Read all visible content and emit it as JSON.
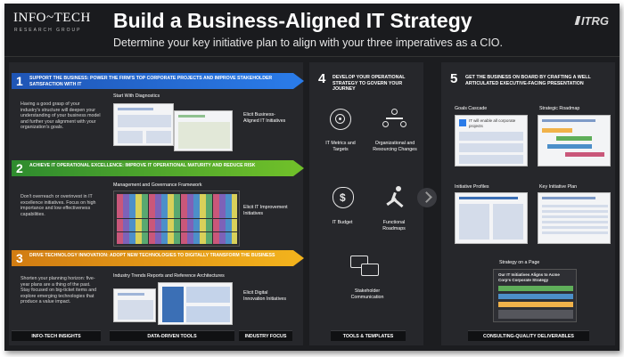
{
  "header": {
    "logo": "INFO~TECH",
    "logo_sub": "RESEARCH GROUP",
    "title": "Build a Business-Aligned IT Strategy",
    "subtitle": "Determine your key initiative plan to align with your three imperatives as a CIO.",
    "brand": "ITRG"
  },
  "imperatives": [
    {
      "number": "1",
      "heading": "SUPPORT THE BUSINESS: POWER THE FIRM'S TOP CORPORATE PROJECTS AND IMPROVE STAKEHOLDER SATISFACTION WITH IT",
      "description": "Having a good grasp of your industry's structure will deepen your understanding of your business model and further your alignment with your organization's goals.",
      "tool_title": "Start With Diagnostics",
      "outcome": "Elicit Business-Aligned IT Initiatives"
    },
    {
      "number": "2",
      "heading": "ACHIEVE IT OPERATIONAL EXCELLENCE: IMPROVE IT OPERATIONAL MATURITY AND REDUCE RISK",
      "description": "Don't overreach or overinvest in IT excellence initiatives. Focus on high importance and low effectiveness capabilities.",
      "tool_title": "Management and Governance Framework",
      "outcome": "Elicit IT Improvement Initiatives"
    },
    {
      "number": "3",
      "heading": "DRIVE TECHNOLOGY INNOVATION: ADOPT NEW TECHNOLOGIES TO DIGITALLY TRANSFORM THE BUSINESS",
      "description": "Shorten your planning horizon: five-year plans are a thing of the past. Stay focused on big-ticket items and explore emerging technologies that produce a value impact.",
      "tool_title": "Industry Trends Reports and Reference Architectures",
      "outcome": "Elicit Digital Innovation Initiatives"
    }
  ],
  "footers": {
    "insights": "INFO-TECH INSIGHTS",
    "tools": "DATA-DRIVEN TOOLS",
    "focus": "INDUSTRY FOCUS",
    "templates": "TOOLS & TEMPLATES",
    "deliverables": "CONSULTING-QUALITY DELIVERABLES"
  },
  "step4": {
    "number": "4",
    "title": "DEVELOP YOUR OPERATIONAL STRATEGY TO GOVERN YOUR JOURNEY",
    "items": [
      {
        "label": "IT Metrics and Targets",
        "icon": "target-icon"
      },
      {
        "label": "Organizational and Resourcing Changes",
        "icon": "org-chart-icon"
      },
      {
        "label": "IT Budget",
        "icon": "money-bag-icon"
      },
      {
        "label": "Functional Roadmaps",
        "icon": "running-person-icon"
      },
      {
        "label": "Stakeholder Communication",
        "icon": "chat-bubbles-icon"
      }
    ]
  },
  "step5": {
    "number": "5",
    "title": "GET THE BUSINESS ON BOARD BY CRAFTING A WELL ARTICULATED EXECUTIVE-FACING PRESENTATION",
    "deliverables": [
      "Goals Cascade",
      "Strategic Roadmap",
      "Initiative Profiles",
      "Key Initiative Plan",
      "Strategy on a Page"
    ],
    "goals_text": "IT will enable all corporate projects",
    "strategy_text": "Our IT Initiatives Aligns to Acme Corp's Corporate Strategy"
  },
  "colors": {
    "blue": "#2a7be8",
    "green": "#6fbf2a",
    "orange": "#f2b21c",
    "background": "#1c1d20"
  }
}
